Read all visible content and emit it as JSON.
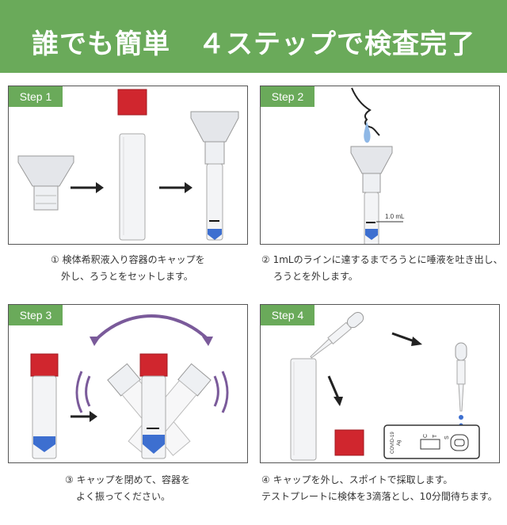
{
  "header": {
    "title": "誰でも簡単　４ステップで検査完了"
  },
  "steps": [
    {
      "tag": "Step 1",
      "caption_line1": "① 検体希釈液入り容器のキャップを",
      "caption_line2": "外し、ろうとをセットします。"
    },
    {
      "tag": "Step 2",
      "caption_line1": "② 1mLのラインに達するまでろうとに唾液を吐き出し、",
      "caption_line2": "ろうとを外します。",
      "line_label": "1.0 mL"
    },
    {
      "tag": "Step 3",
      "caption_line1": "③ キャップを閉めて、容器を",
      "caption_line2": "よく振ってください。"
    },
    {
      "tag": "Step 4",
      "caption_line1": "④ キャップを外し、スポイトで採取します。",
      "caption_line2": "テストプレートに検体を3滴落とし、10分間待ちます。",
      "cassette": {
        "name_line1": "COVID-19",
        "name_line2": "Ag",
        "mark_c": "C",
        "mark_t": "T",
        "mark_s": "S"
      }
    }
  ],
  "colors": {
    "accent_green": "#6aaa5a",
    "cap_red": "#d0262e",
    "liquid_blue": "#3d6fd0",
    "shake_purple": "#7a5a9a",
    "border": "#555555"
  }
}
